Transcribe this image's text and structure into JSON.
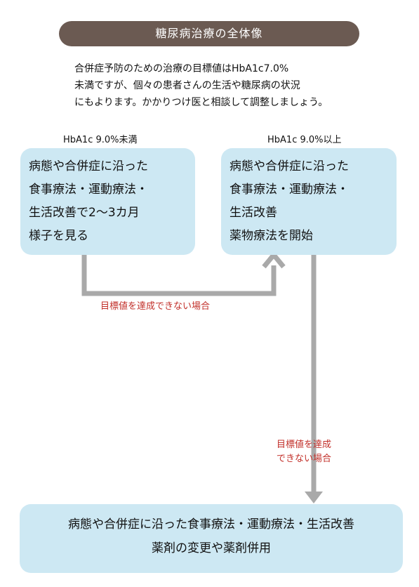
{
  "title": "糖尿病治療の全体像",
  "intro_lines": [
    "合併症予防のための治療の目標値はHbA1c7.0%",
    "未満ですが、個々の患者さんの生活や糖尿病の状況",
    "にもよります。かかりつけ医と相談して調整しましょう。"
  ],
  "left": {
    "condition": "HbA1c 9.0%未満",
    "lines": [
      "病態や合併症に沿った",
      "食事療法・運動療法・",
      "生活改善で2～3カ月",
      "様子を見る"
    ]
  },
  "right": {
    "condition": "HbA1c 9.0%以上",
    "lines": [
      "病態や合併症に沿った",
      "食事療法・運動療法・",
      "生活改善",
      "薬物療法を開始"
    ]
  },
  "bottom": {
    "lines": [
      "病態や合併症に沿った食事療法・運動療法・生活改善",
      "薬剤の変更や薬剤併用"
    ]
  },
  "arrow_notes": {
    "left_to_right": "目標値を達成できない場合",
    "right_to_bottom": [
      "目標値を達成",
      "できない場合"
    ]
  },
  "colors": {
    "title_bg": "#6b5a52",
    "box_bg": "#cde8f3",
    "arrow": "#a9a9a9",
    "note_text": "#c2302a"
  }
}
